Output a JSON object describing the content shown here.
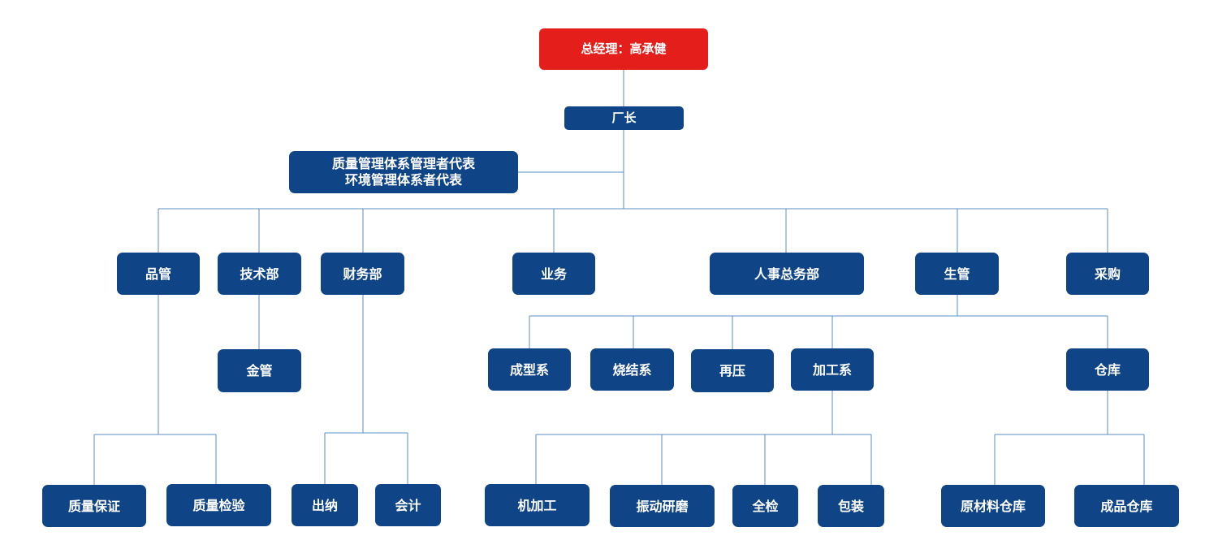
{
  "org": {
    "gm": "总经理：高承健",
    "factory_manager": "厂长",
    "rep_line1": "质量管理体系管理者代表",
    "rep_line2": "环境管理体系者代表",
    "departments": {
      "quality": "品管",
      "technical": "技术部",
      "finance": "财务部",
      "business": "业务",
      "hr": "人事总务部",
      "production": "生管",
      "purchasing": "采购"
    },
    "technical_sub": {
      "metal": "金管"
    },
    "quality_sub": {
      "assurance": "质量保证",
      "inspection": "质量检验"
    },
    "finance_sub": {
      "cashier": "出纳",
      "accounting": "会计"
    },
    "production_sub": {
      "forming": "成型系",
      "sintering": "烧结系",
      "repressing": "再压",
      "machining_dept": "加工系",
      "warehouse": "仓库"
    },
    "machining_sub": {
      "machining": "机加工",
      "vibration": "振动研磨",
      "full_inspection": "全检",
      "packaging": "包装"
    },
    "warehouse_sub": {
      "raw": "原材料仓库",
      "finished": "成品仓库"
    }
  }
}
